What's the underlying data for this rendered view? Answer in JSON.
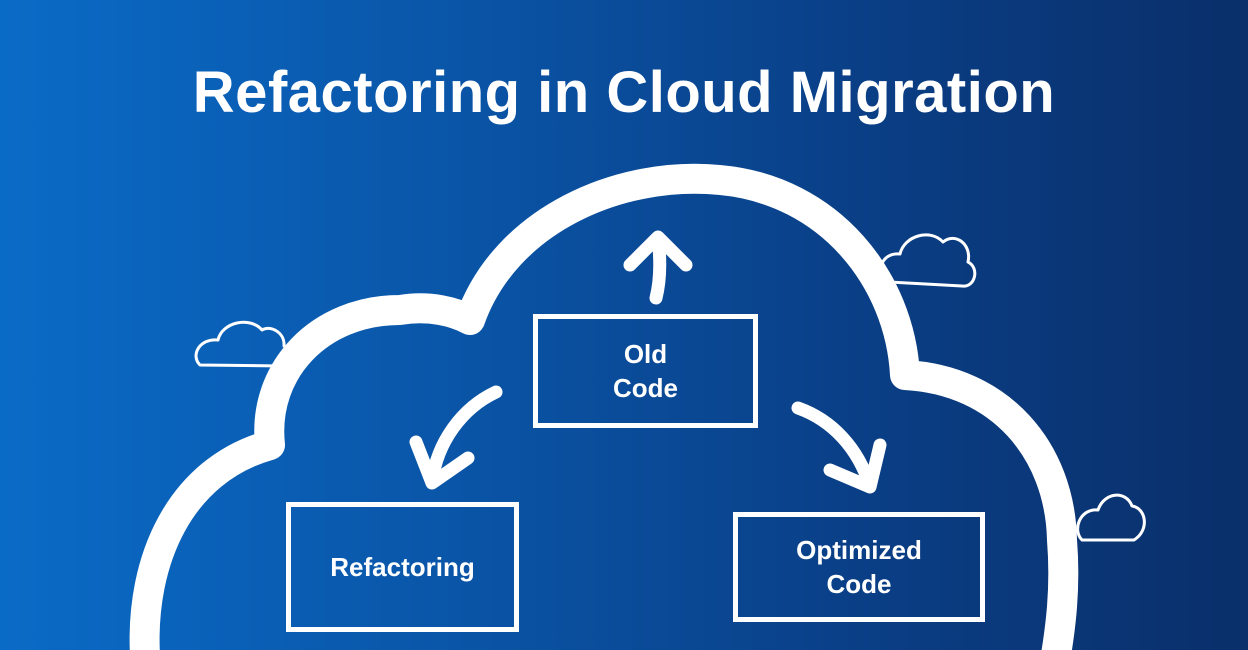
{
  "title": "Refactoring in Cloud Migration",
  "boxes": {
    "old_code": {
      "line1": "Old",
      "line2": "Code"
    },
    "refactoring": {
      "line1": "Refactoring"
    },
    "optimized_code": {
      "line1": "Optimized",
      "line2": "Code"
    }
  },
  "icons": {
    "main_cloud": "cloud-outline-icon",
    "small_clouds": [
      "small-cloud-icon",
      "small-cloud-icon",
      "small-cloud-icon"
    ],
    "arrows": [
      "arrow-up-icon",
      "arrow-down-left-icon",
      "arrow-down-right-icon"
    ]
  },
  "colors": {
    "background_start": "#0a6bc6",
    "background_end": "#0a2f6a",
    "stroke": "#ffffff"
  }
}
